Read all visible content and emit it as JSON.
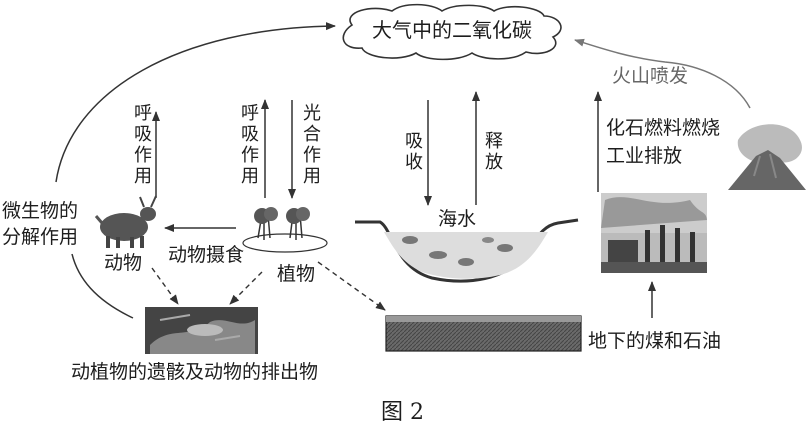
{
  "atmosphere": "大气中的二氧化碳",
  "volcano": "火山喷发",
  "fossil_emission": {
    "line1": "化石燃料燃烧",
    "line2": "工业排放"
  },
  "microbe": {
    "line1": "微生物的",
    "line2": "分解作用"
  },
  "animal_respiration": "呼吸作用",
  "plant_respiration": "呼吸作用",
  "photosynthesis": "光合作用",
  "ocean_absorb": "吸收",
  "ocean_release": "释放",
  "seawater": "海水",
  "animals": "动物",
  "animal_feeding": "动物摄食",
  "plants": "植物",
  "remains": "动植物的遗骸及动物的排出物",
  "coal_oil": "地下的煤和石油",
  "figure_caption": "图 2"
}
